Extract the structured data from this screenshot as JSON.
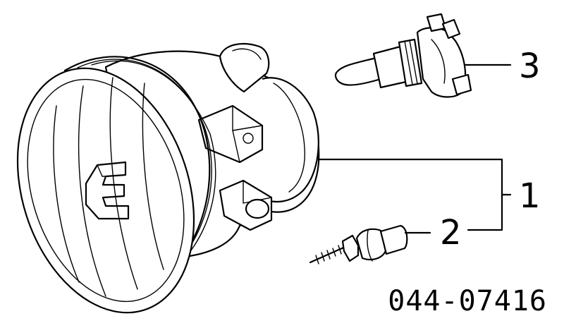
{
  "callouts": [
    {
      "id": "fog-lamp-assembly",
      "label": "1"
    },
    {
      "id": "bulb-socket",
      "label": "2"
    },
    {
      "id": "halogen-bulb",
      "label": "3"
    }
  ],
  "part_number": "044-07416"
}
